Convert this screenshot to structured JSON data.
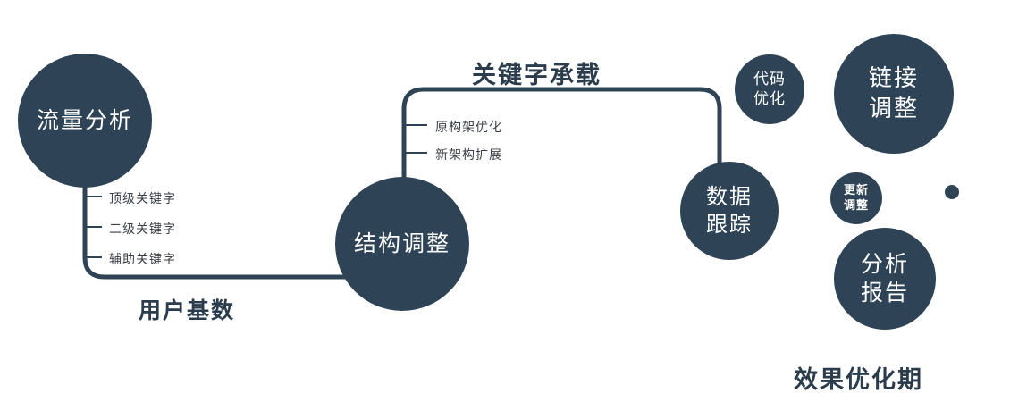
{
  "diagram_title": "效果优化期",
  "colors": {
    "primary": "#2e4456",
    "node_text": "#ffffff",
    "label_text": "#2b3c4c",
    "branch_text": "#3a3f46"
  },
  "nodes": {
    "traffic_analysis": {
      "label": "流量分析"
    },
    "structure_adjustment": {
      "label": "结构调整"
    },
    "data_tracking": {
      "line1": "数据",
      "line2": "跟踪"
    },
    "code_optimization": {
      "line1": "代码",
      "line2": "优化"
    },
    "link_adjustment": {
      "line1": "链接",
      "line2": "调整"
    },
    "update_adjustment": {
      "line1": "更新",
      "line2": "调整"
    },
    "analysis_report": {
      "line1": "分析",
      "line2": "报告"
    }
  },
  "branches": {
    "traffic": [
      "顶级关键字",
      "二级关键字",
      "辅助关键字"
    ],
    "structure": [
      "原构架优化",
      "新架构扩展"
    ]
  },
  "edge_labels": {
    "user_base": "用户基数",
    "keyword_bearing": "关键字承载"
  },
  "footer": "效果优化期"
}
